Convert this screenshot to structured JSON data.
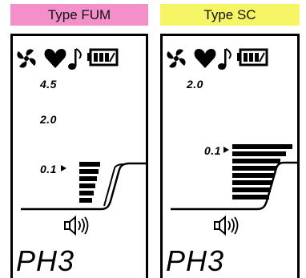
{
  "colors": {
    "fum_label_bg": "#f490c9",
    "sc_label_bg": "#f5f565",
    "lcd_ink": "#000000"
  },
  "icons": [
    "fan-icon",
    "heart-icon",
    "music-note-icon",
    "battery-icon",
    "speaker-icon"
  ],
  "fum": {
    "label": "Type FUM",
    "values": [
      "4.5",
      "2.0",
      "0.1"
    ],
    "mode": "PH3"
  },
  "sc": {
    "label": "Type SC",
    "values": [
      "2.0",
      "0.1"
    ],
    "mode": "PH3"
  }
}
